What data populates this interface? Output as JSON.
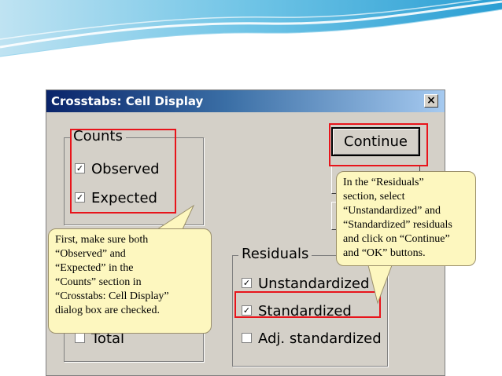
{
  "dialog": {
    "title": "Crosstabs: Cell Display",
    "close_glyph": "×"
  },
  "counts": {
    "legend": "Counts",
    "observed": {
      "label": "Observed",
      "checked": true
    },
    "expected": {
      "label": "Expected",
      "checked": true
    }
  },
  "percentages": {
    "total": {
      "label": "Total",
      "checked": false
    }
  },
  "residuals": {
    "legend": "Residuals",
    "unstandardized": {
      "label": "Unstandardized",
      "checked": true
    },
    "standardized": {
      "label": "Standardized",
      "checked": true
    },
    "adj_standardized": {
      "label": "Adj. standardized",
      "checked": false
    }
  },
  "buttons": {
    "continue": "Continue"
  },
  "callouts": {
    "left": [
      "First, make sure both",
      "“Observed” and",
      "“Expected” in the",
      "“Counts” section in",
      "“Crosstabs: Cell Display”",
      "dialog box are checked."
    ],
    "right": [
      "In the “Residuals”",
      "section, select",
      "“Unstandardized” and",
      "“Standardized” residuals",
      "and click on “Continue”",
      "and “OK” buttons."
    ]
  },
  "colors": {
    "highlight": "#e8141b",
    "callout_fill": "#fdf7bf",
    "title_bar": "#0a246a"
  }
}
